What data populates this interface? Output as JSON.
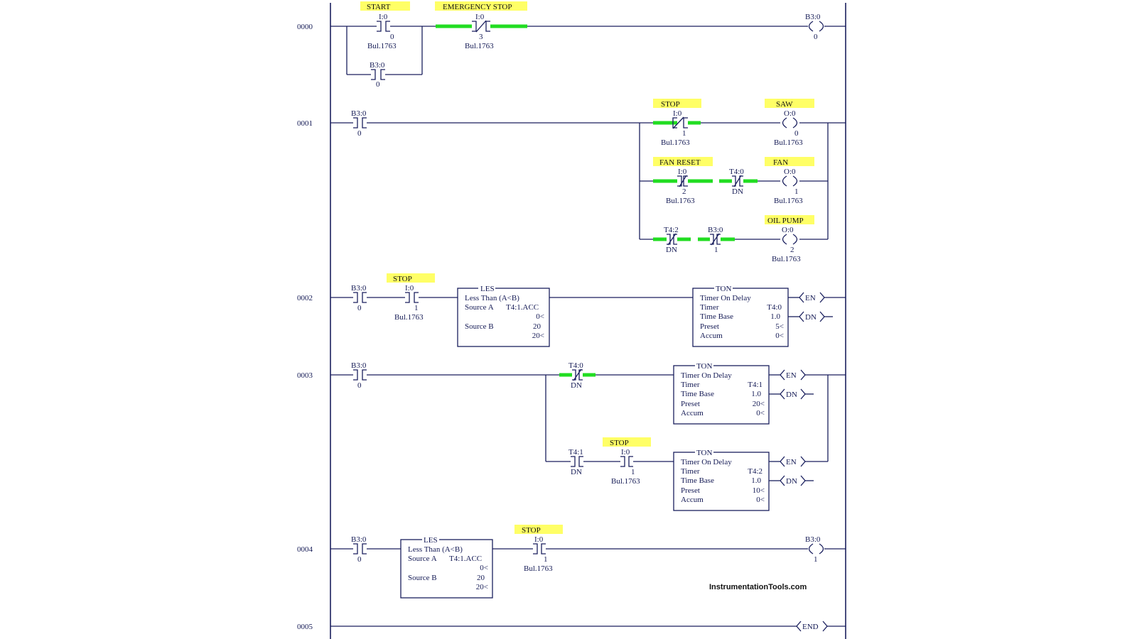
{
  "watermark": "InstrumentationTools.com",
  "rungs": [
    {
      "number": "0000",
      "start_tag": "START",
      "start_addr": "I:0",
      "start_bit": "0",
      "start_mod": "Bul.1763",
      "estop_tag": "EMERGENCY STOP",
      "estop_addr": "I:0",
      "estop_bit": "3",
      "estop_mod": "Bul.1763",
      "seal_addr": "B3:0",
      "seal_bit": "0",
      "coil_addr": "B3:0",
      "coil_bit": "0"
    },
    {
      "number": "0001",
      "c1_addr": "B3:0",
      "c1_bit": "0",
      "stop_tag": "STOP",
      "stop_addr": "I:0",
      "stop_bit": "1",
      "stop_mod": "Bul.1763",
      "saw_tag": "SAW",
      "saw_addr": "O:0",
      "saw_bit": "0",
      "saw_mod": "Bul.1763",
      "fanreset_tag": "FAN RESET",
      "fanreset_addr": "I:0",
      "fanreset_bit": "2",
      "fanreset_mod": "Bul.1763",
      "t40_addr": "T4:0",
      "t40_bit": "DN",
      "fan_tag": "FAN",
      "fan_addr": "O:0",
      "fan_bit": "1",
      "fan_mod": "Bul.1763",
      "t42_addr": "T4:2",
      "t42_bit": "DN",
      "b31_addr": "B3:0",
      "b31_bit": "1",
      "oil_tag": "OIL PUMP",
      "oil_addr": "O:0",
      "oil_bit": "2",
      "oil_mod": "Bul.1763"
    },
    {
      "number": "0002",
      "c1_addr": "B3:0",
      "c1_bit": "0",
      "stop_tag": "STOP",
      "stop_addr": "I:0",
      "stop_bit": "1",
      "stop_mod": "Bul.1763",
      "les": {
        "title": "LES",
        "desc": "Less Than (A<B)",
        "srcA_label": "Source A",
        "srcA_val": "T4:1.ACC",
        "srcA_live": "0<",
        "srcB_label": "Source B",
        "srcB_val": "20",
        "srcB_live": "20<"
      },
      "ton": {
        "title": "TON",
        "desc": "Timer On Delay",
        "timer_label": "Timer",
        "timer_val": "T4:0",
        "base_label": "Time Base",
        "base_val": "1.0",
        "preset_label": "Preset",
        "preset_val": "5<",
        "accum_label": "Accum",
        "accum_val": "0<"
      },
      "en": "EN",
      "dn": "DN"
    },
    {
      "number": "0003",
      "c1_addr": "B3:0",
      "c1_bit": "0",
      "t40_addr": "T4:0",
      "t40_bit": "DN",
      "ton1": {
        "title": "TON",
        "desc": "Timer On Delay",
        "timer_label": "Timer",
        "timer_val": "T4:1",
        "base_label": "Time Base",
        "base_val": "1.0",
        "preset_label": "Preset",
        "preset_val": "20<",
        "accum_label": "Accum",
        "accum_val": "0<"
      },
      "t41_addr": "T4:1",
      "t41_bit": "DN",
      "stop_tag": "STOP",
      "stop_addr": "I:0",
      "stop_bit": "1",
      "stop_mod": "Bul.1763",
      "ton2": {
        "title": "TON",
        "desc": "Timer On Delay",
        "timer_label": "Timer",
        "timer_val": "T4:2",
        "base_label": "Time Base",
        "base_val": "1.0",
        "preset_label": "Preset",
        "preset_val": "10<",
        "accum_label": "Accum",
        "accum_val": "0<"
      },
      "en": "EN",
      "dn": "DN"
    },
    {
      "number": "0004",
      "c1_addr": "B3:0",
      "c1_bit": "0",
      "les": {
        "title": "LES",
        "desc": "Less Than (A<B)",
        "srcA_label": "Source A",
        "srcA_val": "T4:1.ACC",
        "srcA_live": "0<",
        "srcB_label": "Source B",
        "srcB_val": "20",
        "srcB_live": "20<"
      },
      "stop_tag": "STOP",
      "stop_addr": "I:0",
      "stop_bit": "1",
      "stop_mod": "Bul.1763",
      "coil_addr": "B3:0",
      "coil_bit": "1"
    },
    {
      "number": "0005",
      "end": "END"
    }
  ]
}
